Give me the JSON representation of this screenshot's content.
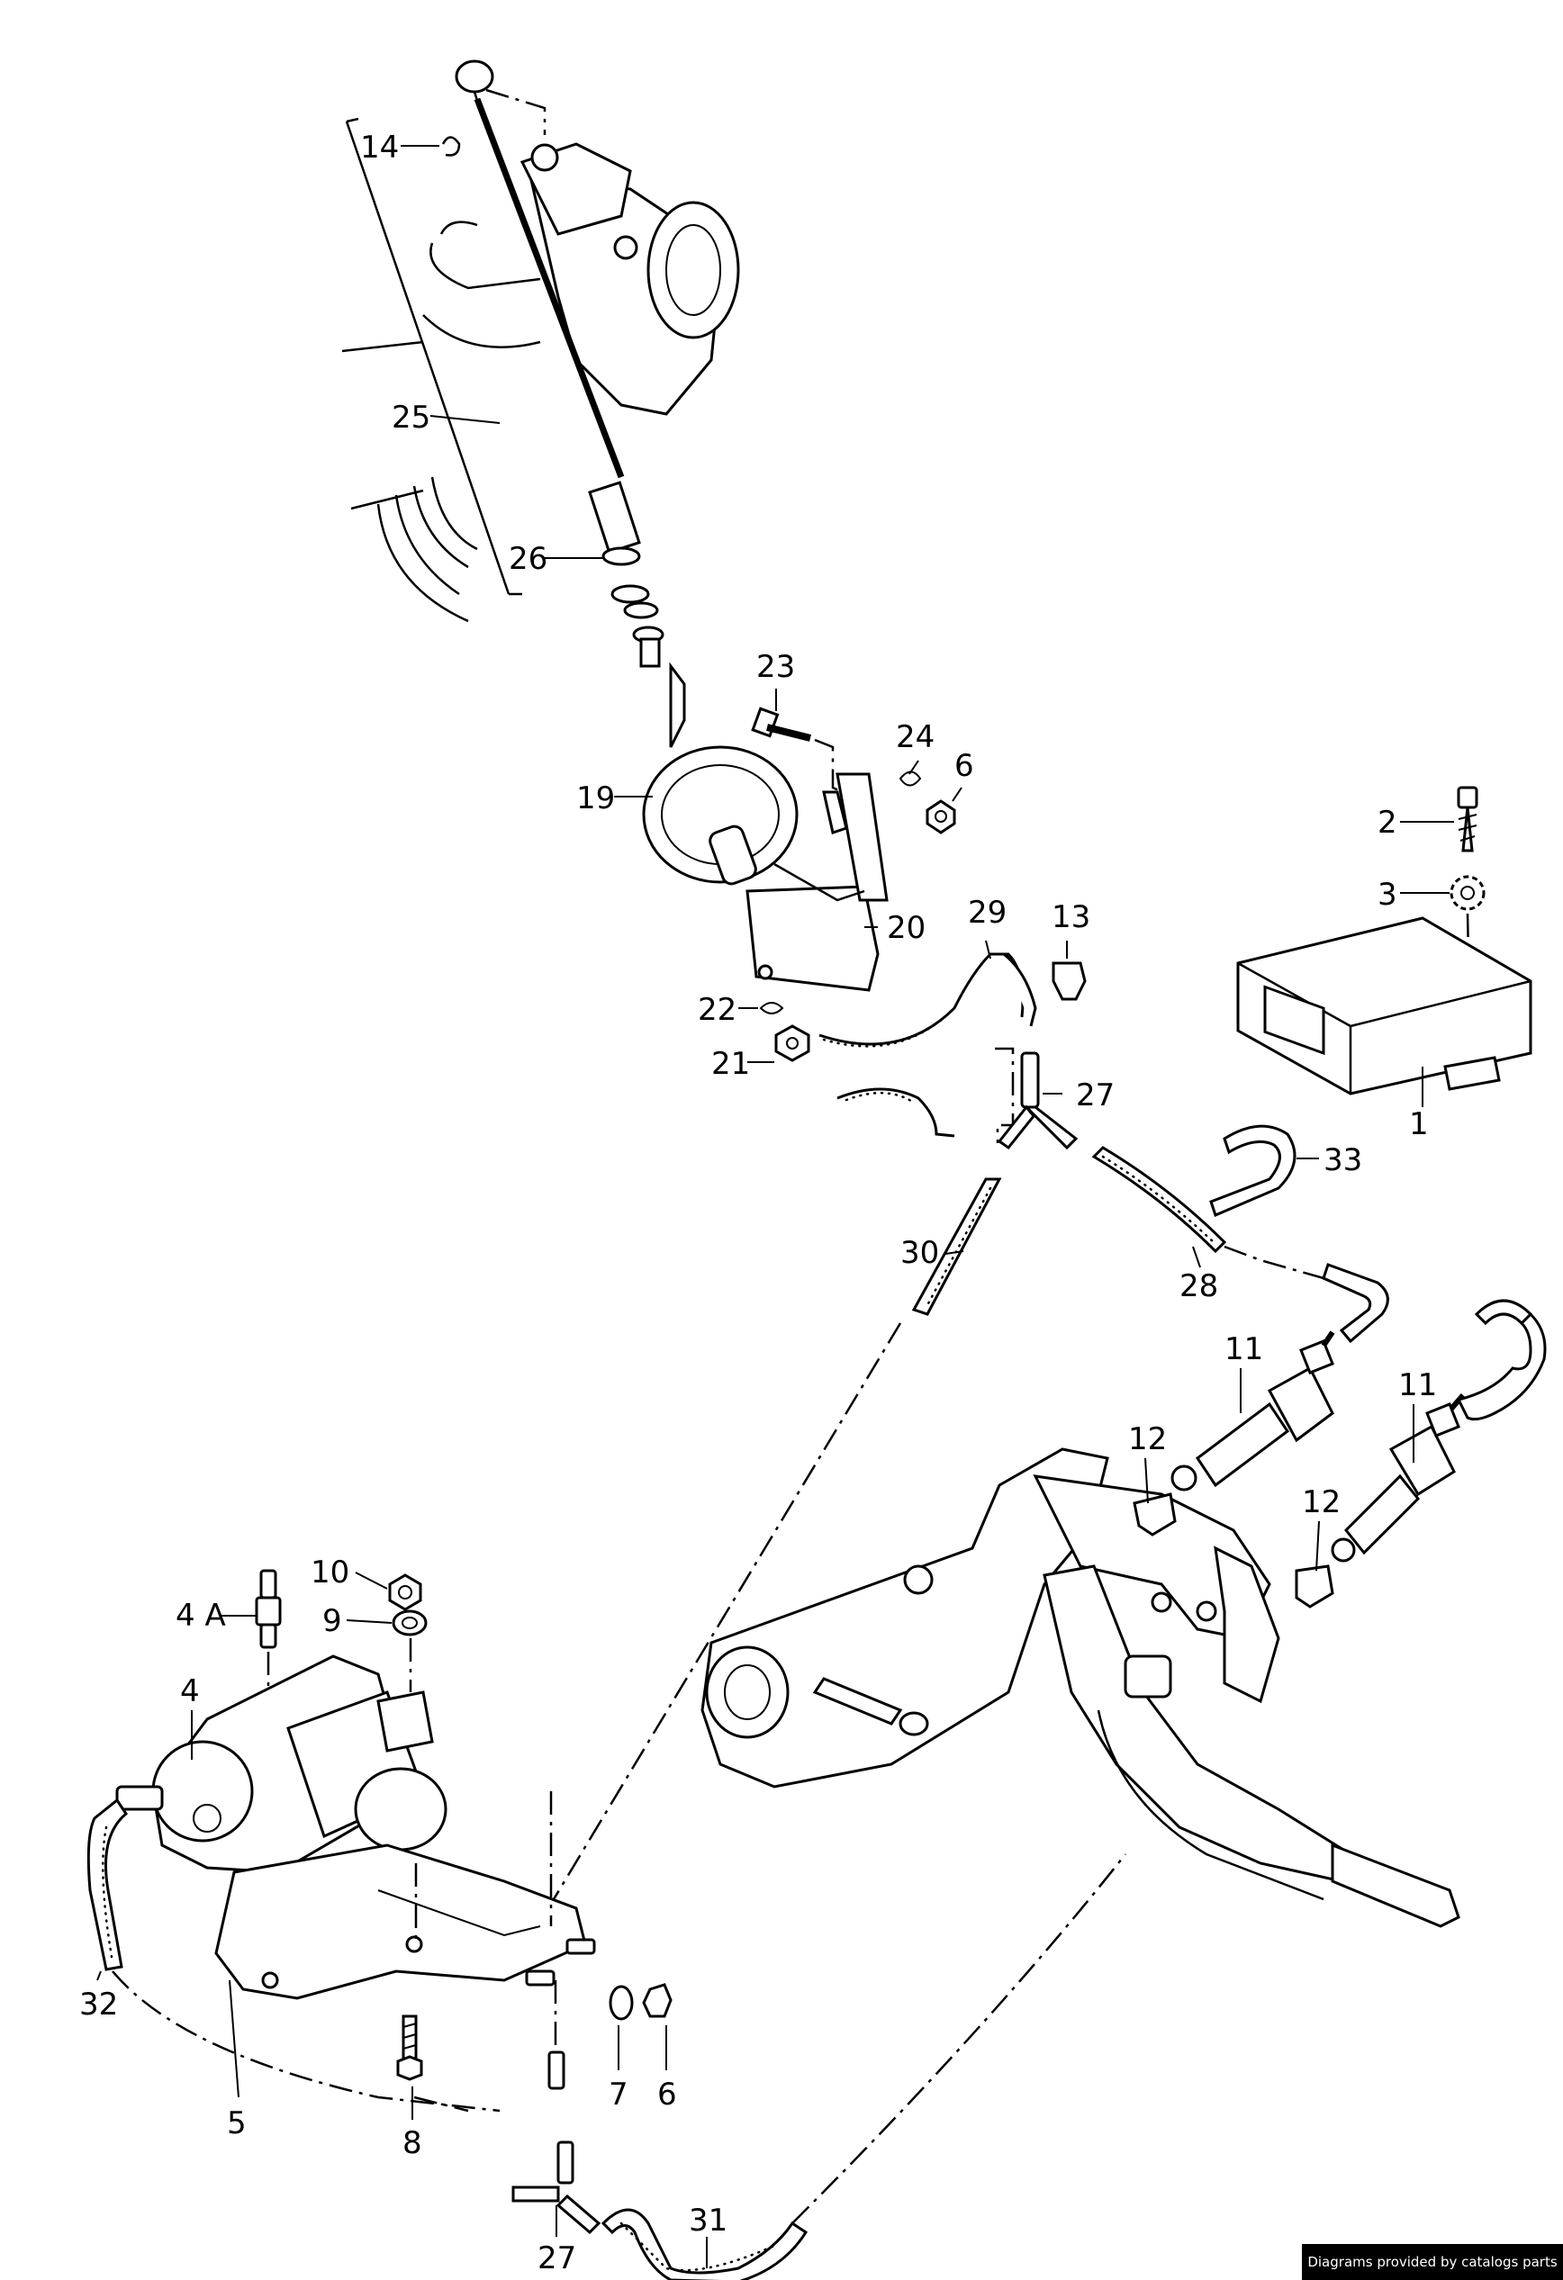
{
  "labels": {
    "l1": "1",
    "l2": "2",
    "l3": "3",
    "l4": "4",
    "l4a": "4 A",
    "l5": "5",
    "l6a": "6",
    "l6b": "6",
    "l7": "7",
    "l8": "8",
    "l9": "9",
    "l10": "10",
    "l11a": "11",
    "l11b": "11",
    "l12a": "12",
    "l12b": "12",
    "l13": "13",
    "l14": "14",
    "l19": "19",
    "l20": "20",
    "l21": "21",
    "l22": "22",
    "l23": "23",
    "l24": "24",
    "l25": "25",
    "l26": "26",
    "l27a": "27",
    "l27b": "27",
    "l28": "28",
    "l29": "29",
    "l30": "30",
    "l31": "31",
    "l32": "32",
    "l33": "33"
  },
  "footer": {
    "credit": "Diagrams provided by catalogs parts"
  }
}
